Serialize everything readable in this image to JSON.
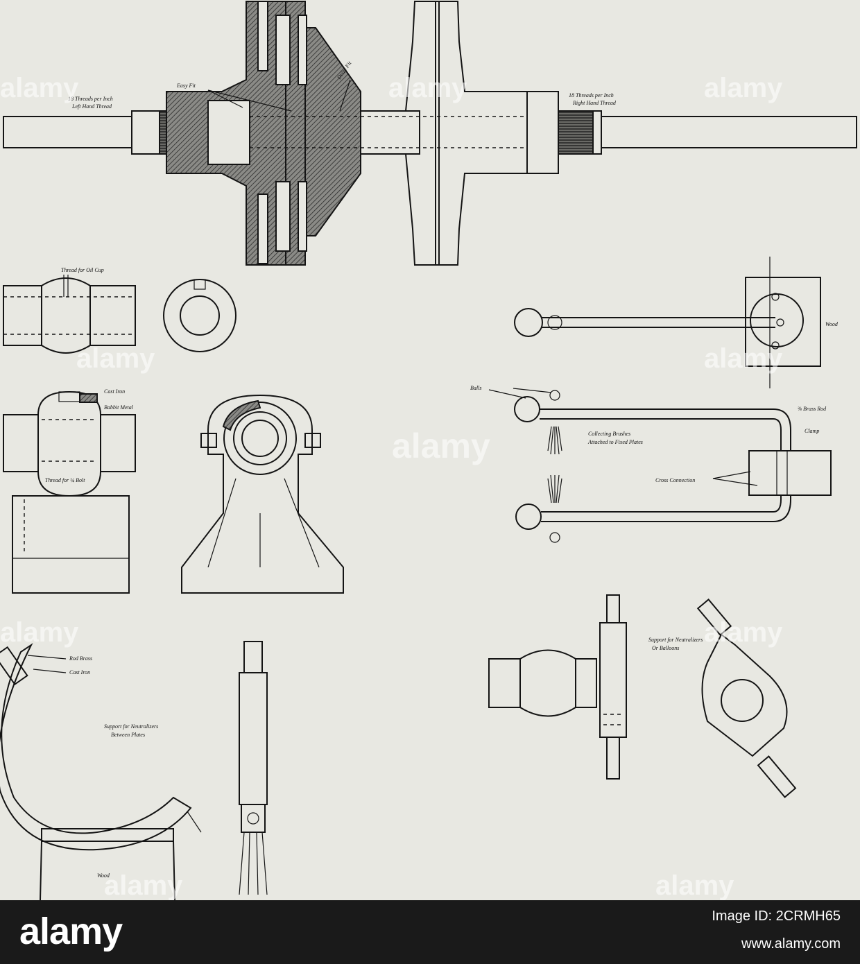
{
  "drawing": {
    "labels": {
      "left_thread": [
        "18 Threads per Inch",
        "Left Hand Thread"
      ],
      "easy_fit": "Easy Fit",
      "drive_fit": "Drive Fit",
      "right_thread": [
        "18 Threads per Inch",
        "Right Hand Thread"
      ],
      "oil_cup": "Thread for Oil Cup",
      "cast_iron": "Cast Iron",
      "babbit": "Babbit Metal",
      "bolt": "Thread for ¼ Bolt",
      "wood_top": "Wood",
      "balls": "Balls",
      "brass_rod": "⅜ Brass Rod",
      "collecting": [
        "Collecting Brushes",
        "Attached to Fixed Plates"
      ],
      "clamp": "Clamp",
      "cross_connection": "Cross Connection",
      "rod_top": "Rod Brass",
      "cast_iron_2": "Cast Iron",
      "neutralizer": [
        "Support for Neutralizers",
        "Between Plates"
      ],
      "wood_bottom": "Wood",
      "neutralizer_support": [
        "Support for Neutralizers",
        "Or Balloons"
      ]
    }
  },
  "watermark": {
    "text": "alamy"
  },
  "footer": {
    "brand": "alamy",
    "image_id": "Image ID: 2CRMH65",
    "url": "www.alamy.com"
  }
}
